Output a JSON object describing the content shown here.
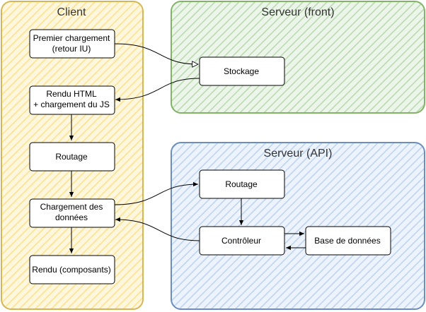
{
  "groups": {
    "client": {
      "title": "Client",
      "fill": "#fff2cc",
      "stroke": "#d6b656",
      "hatch": "#ffe599"
    },
    "front": {
      "title": "Serveur (front)",
      "fill": "#d5e8d4",
      "stroke": "#82b366",
      "hatch": "#b9d8ad"
    },
    "api": {
      "title": "Serveur (API)",
      "fill": "#dae8fc",
      "stroke": "#6c8ebf",
      "hatch": "#b7cfee"
    }
  },
  "nodes": {
    "premier": {
      "line1": "Premier chargement",
      "line2": "(retour IU)"
    },
    "rendu_html": {
      "line1": "Rendu HTML",
      "line2": "+ chargement du JS"
    },
    "routage_client": {
      "label": "Routage"
    },
    "chargement": {
      "line1": "Chargement des",
      "line2": "données"
    },
    "rendu_comp": {
      "label": "Rendu (composants)"
    },
    "stockage": {
      "label": "Stockage"
    },
    "routage_api": {
      "label": "Routage"
    },
    "controleur": {
      "label": "Contrôleur"
    },
    "bdd": {
      "label": "Base de données"
    }
  },
  "edges": [
    {
      "from": "premier",
      "to": "stockage",
      "arrow": "open-triangle"
    },
    {
      "from": "stockage",
      "to": "rendu_html",
      "arrow": "filled"
    },
    {
      "from": "rendu_html",
      "to": "routage_client",
      "arrow": "filled"
    },
    {
      "from": "routage_client",
      "to": "chargement",
      "arrow": "filled"
    },
    {
      "from": "chargement",
      "to": "rendu_comp",
      "arrow": "filled"
    },
    {
      "from": "chargement",
      "to": "routage_api",
      "arrow": "filled"
    },
    {
      "from": "routage_api",
      "to": "controleur",
      "arrow": "filled"
    },
    {
      "from": "controleur",
      "to": "bdd",
      "arrow": "filled"
    },
    {
      "from": "bdd",
      "to": "controleur",
      "arrow": "filled"
    },
    {
      "from": "controleur",
      "to": "chargement",
      "arrow": "filled"
    }
  ]
}
